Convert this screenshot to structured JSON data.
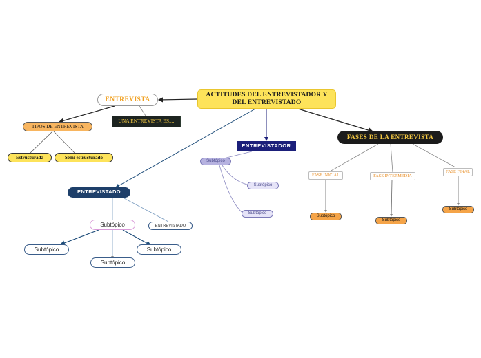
{
  "root": {
    "label": "ACTITUDES DEL ENTREVISTADOR Y DEL ENTREVISTADO"
  },
  "entrevista": {
    "label": "ENTREVISTA",
    "definition": "UNA ENTREVISTA ES....",
    "tipos": {
      "label": "TIPOS DE ENTREVISTA",
      "items": [
        "Estructurada",
        "Semi estructurado"
      ]
    }
  },
  "entrevistador": {
    "label": "ENTREVISTADOR",
    "subtopics": [
      "Subtópico",
      "Subtópico",
      "Subtópico"
    ]
  },
  "fases": {
    "label": "FASES DE LA ENTREVISTA",
    "phases": [
      {
        "label": "FASE INICIAL",
        "subtopic": "Subtópico"
      },
      {
        "label": "FASE INTERMEDIA",
        "subtopic": "Subtópico"
      },
      {
        "label": "FASE FINAL",
        "subtopic": "Subtópico"
      }
    ]
  },
  "entrevistado": {
    "label": "ENTREVISTADO",
    "main_subtopic": "Subtópico",
    "side_label": "ENTREVISTADO",
    "children": [
      "Subtópico",
      "Subtópico",
      "Subtópico"
    ]
  },
  "colors": {
    "root_fill": "#fde35a",
    "entrevistador_fill": "#1b1f7a",
    "fases_fill": "#1b1b1b",
    "entrevistado_fill": "#1e3f6a",
    "orange": "#f5a448",
    "accent_text": "#f4c842"
  }
}
